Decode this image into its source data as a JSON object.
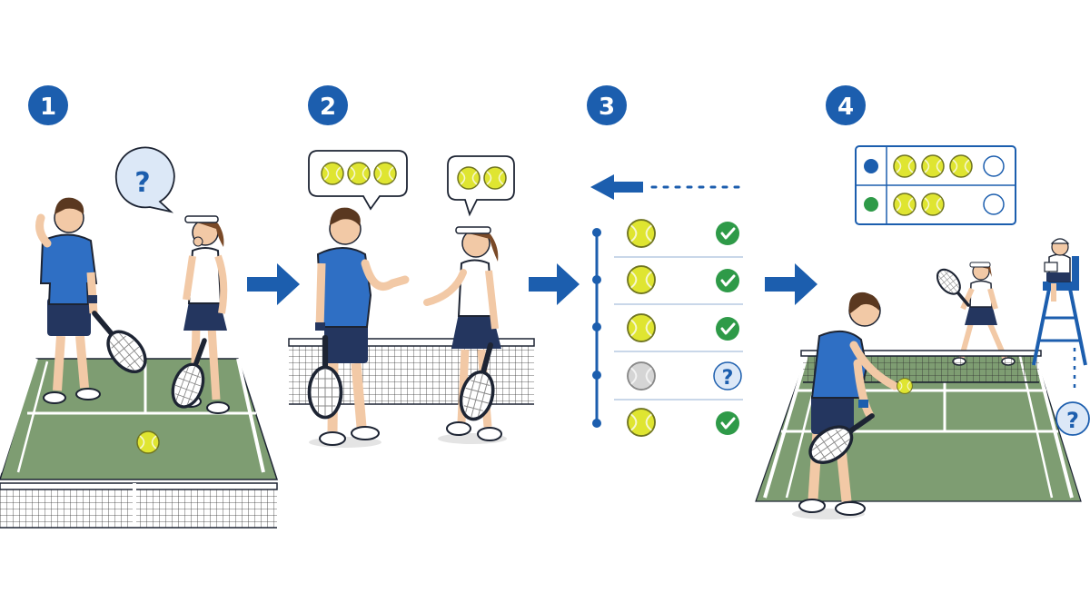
{
  "colors": {
    "brand_blue": "#1c5eae",
    "court_green": "#7e9d72",
    "court_line": "#ffffff",
    "shirt_blue": "#2f6fc4",
    "shorts_navy": "#24365f",
    "ball_yellow": "#dfe531",
    "check_green": "#2e9a48",
    "ink": "#1d2433",
    "question_bg": "#dce8f7"
  },
  "steps": [
    {
      "number": "1",
      "scene": "players-confused",
      "question_mark": "?"
    },
    {
      "number": "2",
      "scene": "players-discuss-score",
      "bubble_left_balls": 3,
      "bubble_right_balls": 2
    },
    {
      "number": "3",
      "scene": "point-history-review",
      "rows": [
        {
          "ball": "yellow",
          "status": "check"
        },
        {
          "ball": "yellow",
          "status": "check"
        },
        {
          "ball": "yellow",
          "status": "check"
        },
        {
          "ball": "gray",
          "status": "question",
          "question_mark": "?"
        },
        {
          "ball": "yellow",
          "status": "check"
        }
      ]
    },
    {
      "number": "4",
      "scene": "resume-play",
      "scoreboard": [
        {
          "player_color": "#1c5eae",
          "filled": 3,
          "empty": 1
        },
        {
          "player_color": "#2e9a48",
          "filled": 2,
          "empty": 1
        }
      ],
      "umpire_question_mark": "?"
    }
  ],
  "icons": [
    "arrow-right-icon",
    "arrow-left-icon",
    "check-icon",
    "question-icon",
    "tennis-ball-icon",
    "tennis-racket-icon"
  ]
}
